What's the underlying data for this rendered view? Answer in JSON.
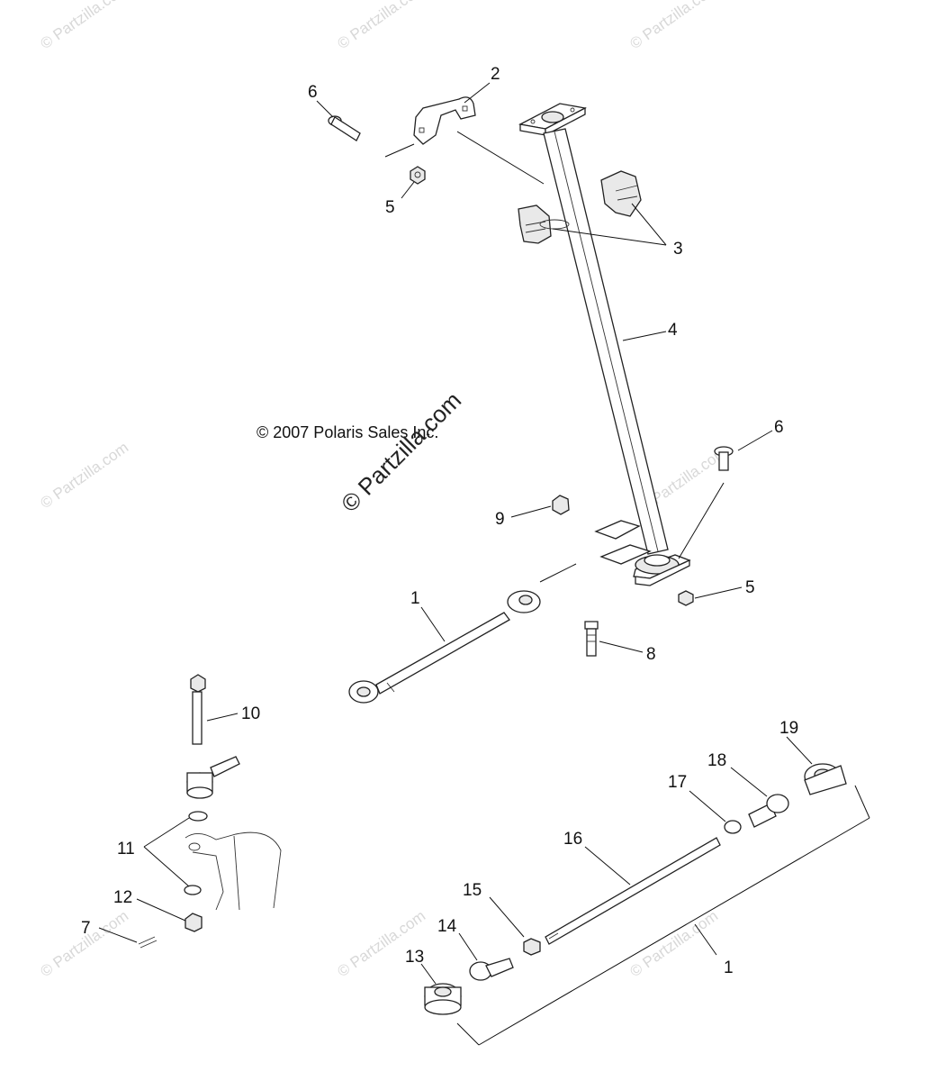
{
  "copyright": "© 2007 Polaris Sales Inc.",
  "watermark_main": "© Partzilla.com",
  "watermark_tile": "© Partzilla.com",
  "callouts": {
    "c1a": "1",
    "c1b": "1",
    "c2": "2",
    "c3": "3",
    "c4": "4",
    "c5a": "5",
    "c5b": "5",
    "c6a": "6",
    "c6b": "6",
    "c7": "7",
    "c8": "8",
    "c9": "9",
    "c10": "10",
    "c11": "11",
    "c12": "12",
    "c13": "13",
    "c14": "14",
    "c15": "15",
    "c16": "16",
    "c17": "17",
    "c18": "18",
    "c19": "19"
  }
}
